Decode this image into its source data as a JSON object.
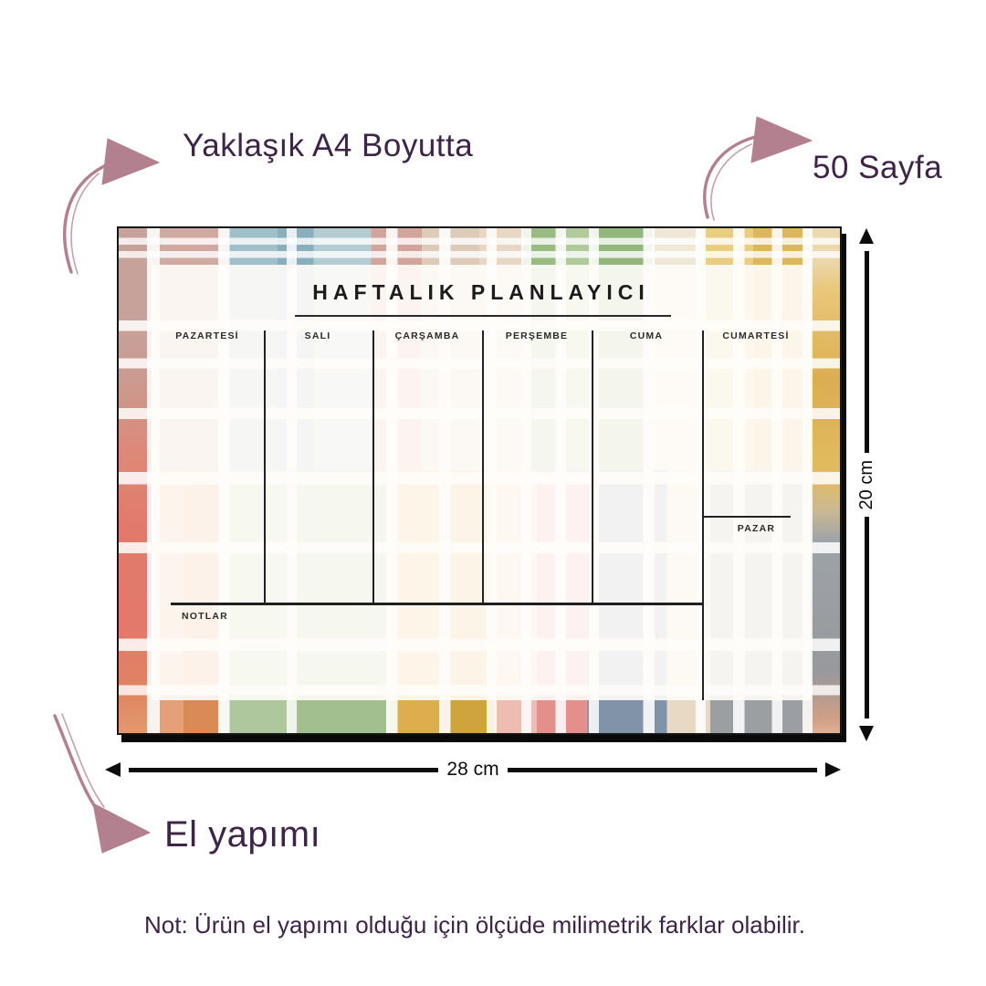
{
  "annotations": {
    "size_label": "Yaklaşık A4 Boyutta",
    "pages_label": "50 Sayfa",
    "handmade_label": "El yapımı",
    "note": "Not: Ürün el yapımı olduğu için ölçüde milimetrik farklar olabilir."
  },
  "planner": {
    "title": "HAFTALIK PLANLAYICI",
    "days": [
      "PAZARTESİ",
      "SALI",
      "ÇARŞAMBA",
      "PERŞEMBE",
      "CUMA",
      "CUMARTESİ"
    ],
    "sunday_label": "PAZAR",
    "notes_label": "NOTLAR"
  },
  "dimensions": {
    "width_label": "28 cm",
    "height_label": "20 cm"
  },
  "palette": {
    "accent-text": "#3e2547",
    "arrow-pink": "#b3808f",
    "ink": "#1d1d1d",
    "dim-line": "#0c0c0c"
  }
}
